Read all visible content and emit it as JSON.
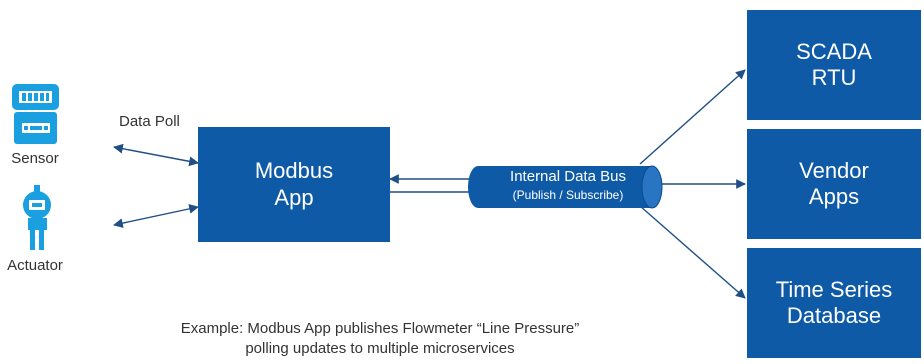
{
  "sensor": {
    "label": "Sensor",
    "icon": "sensor-icon"
  },
  "actuator": {
    "label": "Actuator",
    "icon": "actuator-icon"
  },
  "data_poll_label": "Data Poll",
  "modbus_app": {
    "line1": "Modbus",
    "line2": "App"
  },
  "data_bus": {
    "title": "Internal Data Bus",
    "subtitle": "(Publish / Subscribe)"
  },
  "targets": [
    {
      "line1": "SCADA",
      "line2": "RTU"
    },
    {
      "line1": "Vendor",
      "line2": "Apps"
    },
    {
      "line1": "Time Series",
      "line2": "Database"
    }
  ],
  "caption": {
    "line1": "Example: Modbus App publishes Flowmeter “Line Pressure”",
    "line2": "polling updates to multiple microservices"
  },
  "colors": {
    "box": "#0f5aa6",
    "arrow": "#1f4f86",
    "icon": "#1a9fe0"
  }
}
